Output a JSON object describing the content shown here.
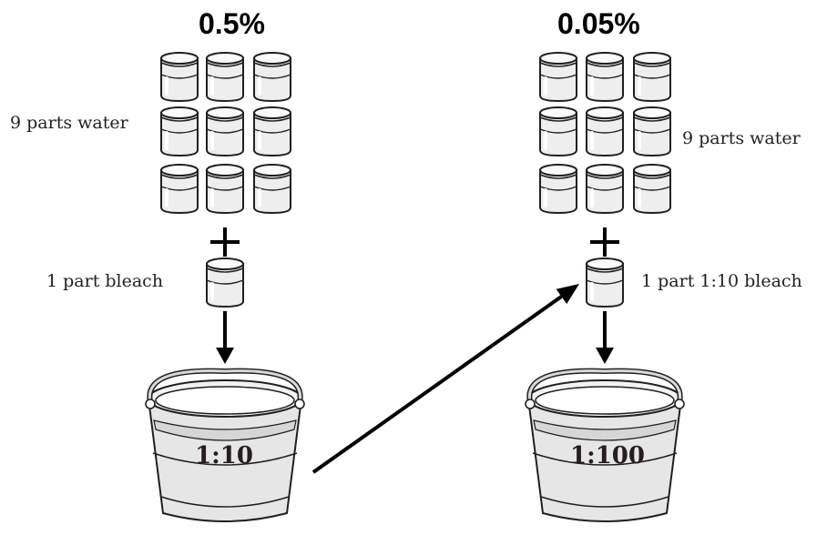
{
  "left": {
    "percentage": "0.5%",
    "water_label": "9 parts water",
    "bleach_label": "1 part bleach",
    "bucket_ratio": "1:10"
  },
  "right": {
    "percentage": "0.05%",
    "water_label": "9 parts water",
    "bleach_label": "1 part 1:10 bleach",
    "bucket_ratio": "1:100"
  },
  "icons": {
    "glass": "water-glass-icon",
    "plus": "plus-icon",
    "arrow": "down-arrow-icon",
    "bucket": "bucket-icon",
    "transfer": "transfer-arrow-icon"
  },
  "colors": {
    "ink": "#231f20",
    "glass_fill": "#eeeeee",
    "bucket_fill": "#e6e6e6",
    "liquid": "#d6d6d6"
  }
}
